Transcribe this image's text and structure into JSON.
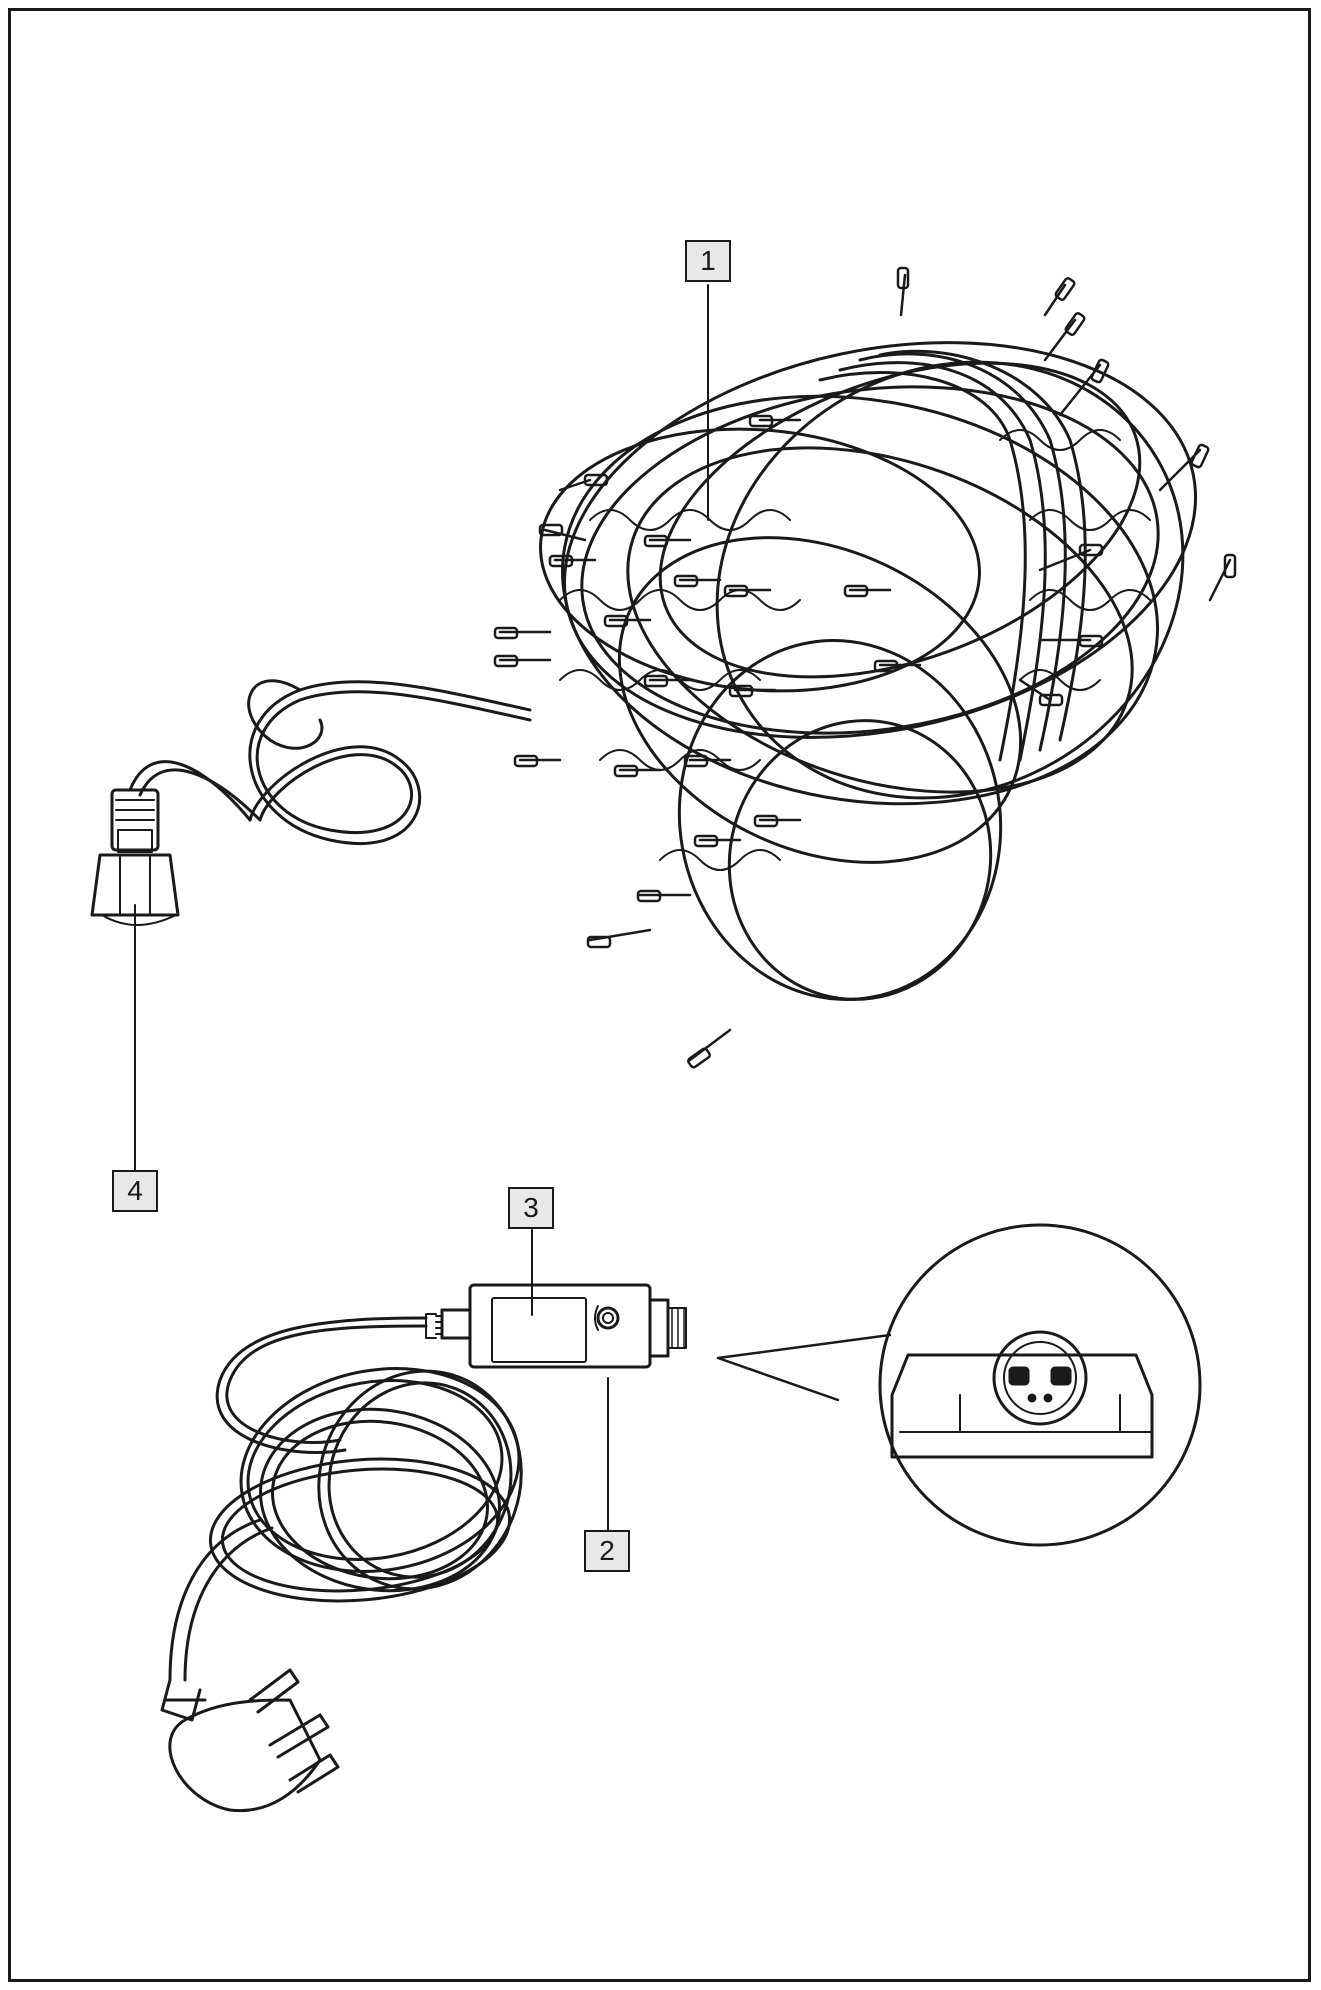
{
  "callouts": [
    {
      "id": "1",
      "label": "1"
    },
    {
      "id": "2",
      "label": "2"
    },
    {
      "id": "3",
      "label": "3"
    },
    {
      "id": "4",
      "label": "4"
    }
  ],
  "colors": {
    "line": "#1a1a1a",
    "callout_fill": "#e8e8e8",
    "background": "#ffffff"
  },
  "parts": [
    {
      "name": "light-string-bundle-icon"
    },
    {
      "name": "controller-button-icon"
    },
    {
      "name": "controller-box-icon"
    },
    {
      "name": "end-connector-icon"
    },
    {
      "name": "power-plug-icon"
    },
    {
      "name": "socket-detail-icon"
    }
  ]
}
